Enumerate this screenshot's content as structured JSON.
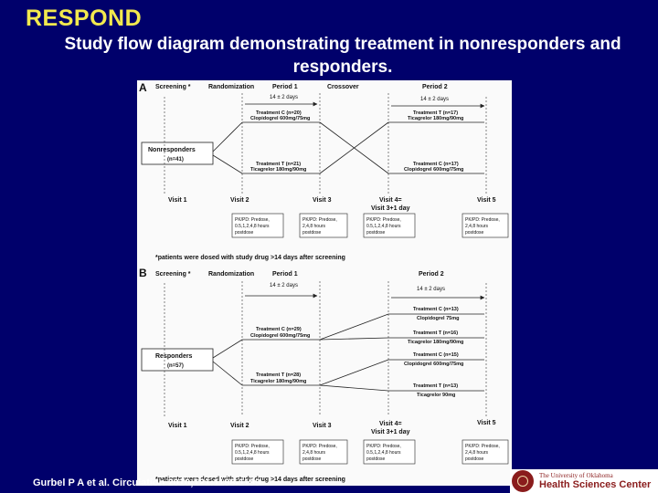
{
  "slide": {
    "title": "RESPOND",
    "subtitle": "Study flow diagram demonstrating treatment in nonresponders and responders.",
    "citation": "Gurbel P A et al. Circulation 2010;121:1188-1199"
  },
  "logo": {
    "line1": "The University of Oklahoma",
    "line2": "Health Sciences Center"
  },
  "colors": {
    "background": "#00006b",
    "title": "#f2e94e",
    "text": "#ffffff",
    "accent": "#8a1c1c"
  },
  "panel_a": {
    "letter": "A",
    "screening": "Screening *",
    "randomization": "Randomization",
    "period1": "Period 1",
    "p1_days": "14 ± 2 days",
    "crossover": "Crossover",
    "period2": "Period 2",
    "p2_days": "14 ± 2 days",
    "group_line1": "Nonresponders",
    "group_line2": "(n=41)",
    "arm1_top_l1": "Treatment C (n=20)",
    "arm1_top_l2": "Clopidogrel 600mg/75mg",
    "arm1_bot_l1": "Treatment T (n=21)",
    "arm1_bot_l2": "Ticagrelor 180mg/90mg",
    "arm2_top_l1": "Treatment T (n=17)",
    "arm2_top_l2": "Ticagrelor 180mg/90mg",
    "arm2_bot_l1": "Treatment C (n=17)",
    "arm2_bot_l2": "Clopidogrel 600mg/75mg",
    "visit1": "Visit 1",
    "visit2": "Visit 2",
    "visit3": "Visit 3",
    "visit4_l1": "Visit 4=",
    "visit4_l2": "Visit 3+1 day",
    "visit5": "Visit 5",
    "pk1_l1": "PK/PD: Predose,",
    "pk1_l2": "0.5,1,2,4,8 hours",
    "pk1_l3": "postdose",
    "pk2_l1": "PK/PD: Predose,",
    "pk2_l2": "2,4,8 hours",
    "pk2_l3": "postdose",
    "pk3_l1": "PK/PD: Predose,",
    "pk3_l2": "0.5,1,2,4,8 hours",
    "pk3_l3": "postdose",
    "pk4_l1": "PK/PD: Predose,",
    "pk4_l2": "2,4,8 hours",
    "pk4_l3": "postdose",
    "footnote": "*patients were dosed with study drug >14 days after screening"
  },
  "panel_b": {
    "letter": "B",
    "screening": "Screening *",
    "randomization": "Randomization",
    "period1": "Period 1",
    "p1_days": "14 ± 2 days",
    "period2": "Period 2",
    "p2_days": "14 ± 2 days",
    "group_line1": "Responders",
    "group_line2": "(n=57)",
    "arm1_top_l1": "Treatment C (n=29)",
    "arm1_top_l2": "Clopidogrel 600mg/75mg",
    "arm1_bot_l1": "Treatment T (n=28)",
    "arm1_bot_l2": "Ticagrelor 180mg/90mg",
    "arm2_1_l1": "Treatment C (n=13)",
    "arm2_1_l2": "Clopidogrel 75mg",
    "arm2_2_l1": "Treatment T (n=16)",
    "arm2_2_l2": "Ticagrelor 180mg/90mg",
    "arm2_3_l1": "Treatment C (n=15)",
    "arm2_3_l2": "Clopidogrel 600mg/75mg",
    "arm2_4_l1": "Treatment T (n=13)",
    "arm2_4_l2": "Ticagrelor 90mg",
    "visit1": "Visit 1",
    "visit2": "Visit 2",
    "visit3": "Visit 3",
    "visit4_l1": "Visit 4=",
    "visit4_l2": "Visit 3+1 day",
    "visit5": "Visit 5",
    "pk1_l1": "PK/PD: Predose,",
    "pk1_l2": "0.5,1,2,4,8 hours",
    "pk1_l3": "postdose",
    "pk2_l1": "PK/PD: Predose,",
    "pk2_l2": "2,4,8 hours",
    "pk2_l3": "postdose",
    "pk3_l1": "PK/PD: Predose,",
    "pk3_l2": "0.5,1,2,4,8 hours",
    "pk3_l3": "postdose",
    "pk4_l1": "PK/PD: Predose,",
    "pk4_l2": "2,4,8 hours",
    "pk4_l3": "postdose",
    "footnote": "*patients were dosed with study drug >14 days after screening"
  }
}
